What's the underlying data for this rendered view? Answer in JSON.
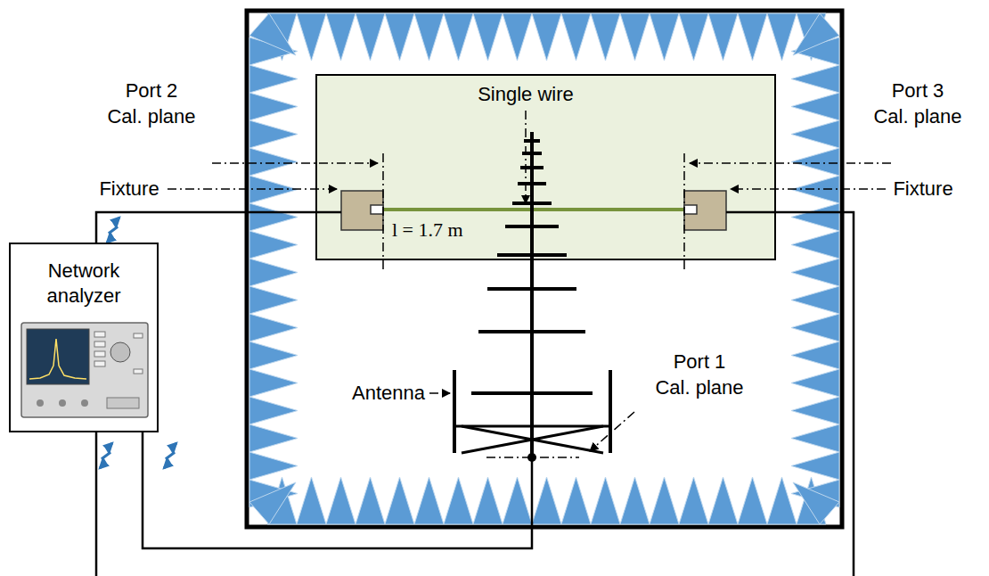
{
  "diagram": {
    "nodes": [
      {
        "text": [
          "Network analyzer"
        ]
      }
    ],
    "labels": [
      "Port 2 Cal. plane",
      "Single wire",
      "Port 3 Cal. plane",
      "Fixture",
      "Fixture",
      "l = 1.7 m",
      "Antenna",
      "Port 1 Cal. plane"
    ]
  }
}
